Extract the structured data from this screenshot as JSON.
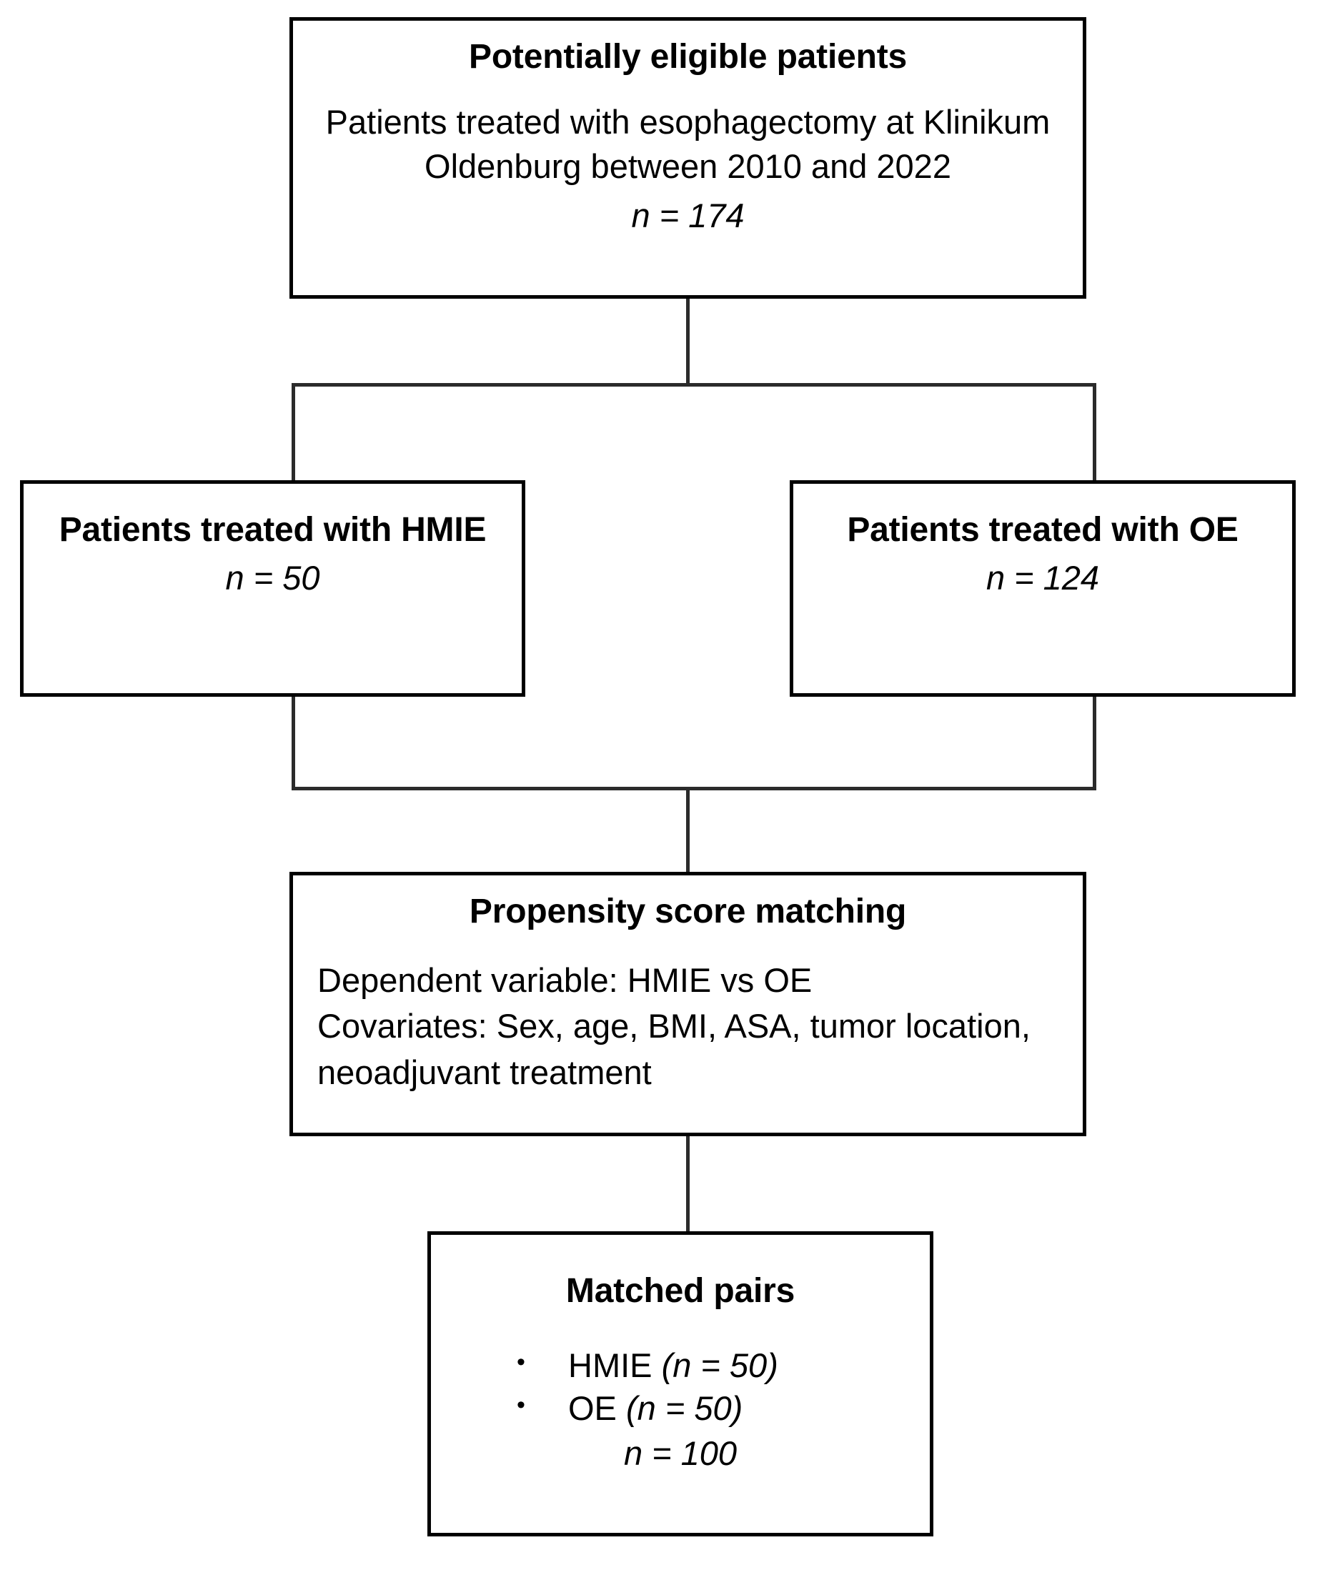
{
  "figure": {
    "type": "flowchart",
    "orientation": "top-down"
  },
  "nodes": {
    "eligible": {
      "title": "Potentially eligible patients",
      "body": "Patients treated with esophagectomy at Klinikum Oldenburg between 2010 and 2022",
      "n_label": "n = 174",
      "n_value": 174
    },
    "hmie": {
      "title": "Patients treated with HMIE",
      "n_label": "n = 50",
      "n_value": 50
    },
    "oe": {
      "title": "Patients treated with OE",
      "n_label": "n = 124",
      "n_value": 124
    },
    "psm": {
      "title": "Propensity score matching",
      "lines": [
        "Dependent variable: HMIE vs OE",
        "Covariates: Sex, age, BMI, ASA, tumor location, neoadjuvant treatment"
      ],
      "dependent_variable": "HMIE vs OE",
      "covariates": [
        "Sex",
        "age",
        "BMI",
        "ASA",
        "tumor location",
        "neoadjuvant treatment"
      ]
    },
    "matched": {
      "title": "Matched pairs",
      "items": [
        {
          "label": "HMIE",
          "n_label": "(n = 50)",
          "n_value": 50
        },
        {
          "label": "OE",
          "n_label": "(n = 50)",
          "n_value": 50
        }
      ],
      "total_n_label": "n = 100",
      "total_n_value": 100
    }
  },
  "colors": {
    "background": "#ffffff",
    "border": "#000000",
    "text": "#000000",
    "connector": "#2b2b2b"
  }
}
